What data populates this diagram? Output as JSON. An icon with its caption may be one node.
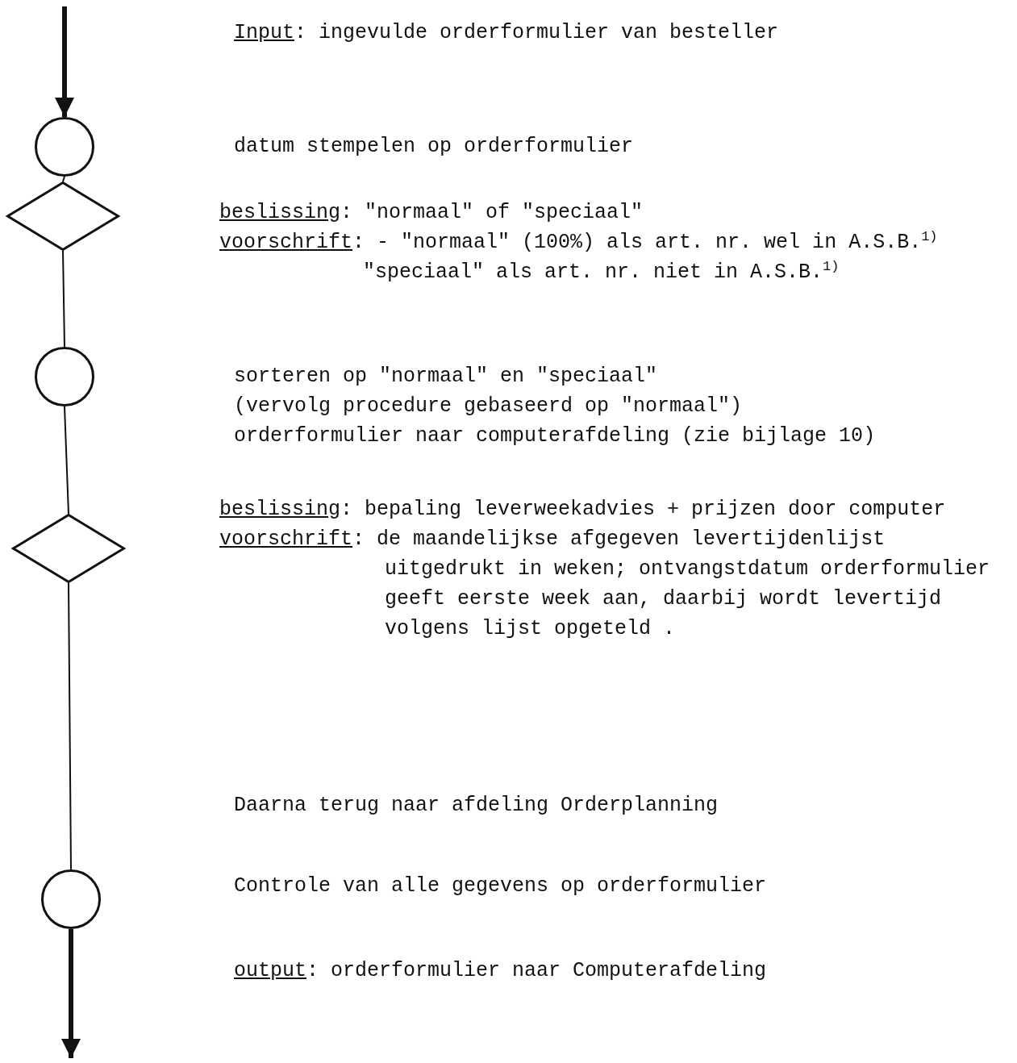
{
  "diagram": {
    "nodes": [
      {
        "text": [],
        "shape": "circle"
      },
      {
        "text": [],
        "shape": "diamond"
      },
      {
        "text": [],
        "shape": "circle"
      },
      {
        "text": [],
        "shape": "diamond"
      },
      {
        "text": [],
        "shape": "circle"
      }
    ],
    "edges": [
      {
        "from": null,
        "to": 0,
        "arrow": "to",
        "style": "thick"
      },
      {
        "from": 0,
        "to": 1,
        "arrow": "none"
      },
      {
        "from": 1,
        "to": 2,
        "arrow": "none"
      },
      {
        "from": 2,
        "to": 3,
        "arrow": "none"
      },
      {
        "from": 3,
        "to": 4,
        "arrow": "none"
      },
      {
        "from": 4,
        "to": null,
        "arrow": "to",
        "style": "thick"
      }
    ],
    "labels": [
      "Input: ingevulde orderformulier van besteller",
      "datum stempelen op orderformulier",
      "beslissing: \"normaal\" of \"speciaal\"",
      "voorschrift: - \"normaal\" (100%) als art. nr. wel in A.S.B.$^{1)}$ \"speciaal\" als art. nr. niet in A.S.B.$^{1)}$",
      "sorteren op \"normaal\" en \"speciaal\"",
      "(vervolg procedure gebaseerd op \"normaal\")",
      "orderformulier naar computerafdeling (zie bijlage 10)",
      "beslissing: bepaling leverweekadvies + prijzen door computer",
      "voorschrift: de maandelijkse afgegeven levertijdenlijst uitgedrukt in weken; ontvangstdatum orderformulier geeft eerste week aan, daarbij wordt levertijd volgens lijst opgeteld .",
      "Daarna terug naar afdeling Orderplanning",
      "Controle van alle gegevens op orderformulier",
      "output: orderformulier naar Computerafdeling"
    ]
  }
}
